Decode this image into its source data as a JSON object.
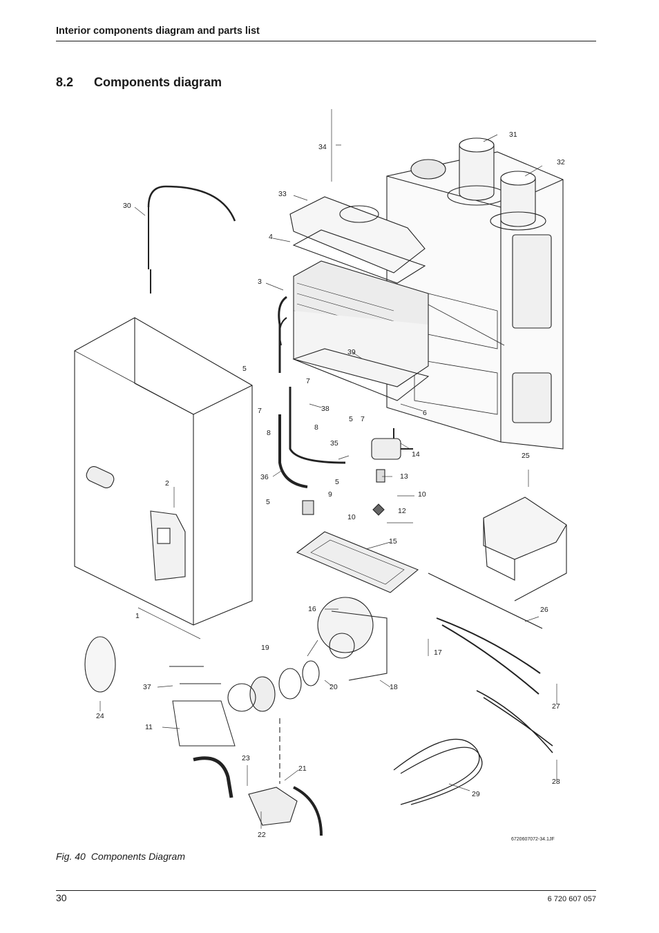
{
  "header": {
    "title": "Interior components diagram and parts list"
  },
  "section": {
    "number": "8.2",
    "title": "Components diagram"
  },
  "diagram": {
    "labels": [
      "1",
      "2",
      "3",
      "4",
      "5",
      "5",
      "5",
      "5",
      "6",
      "7",
      "7",
      "7",
      "8",
      "8",
      "9",
      "10",
      "10",
      "11",
      "12",
      "13",
      "14",
      "15",
      "16",
      "17",
      "18",
      "19",
      "20",
      "21",
      "22",
      "23",
      "24",
      "25",
      "26",
      "27",
      "28",
      "29",
      "30",
      "31",
      "32",
      "33",
      "34",
      "35",
      "36",
      "37",
      "38",
      "39"
    ],
    "drawing_code": "6720607072-34.1JF"
  },
  "caption": {
    "figure": "Fig. 40",
    "text": "Components Diagram"
  },
  "footer": {
    "page": "30",
    "doc_number": "6 720 607 057"
  }
}
